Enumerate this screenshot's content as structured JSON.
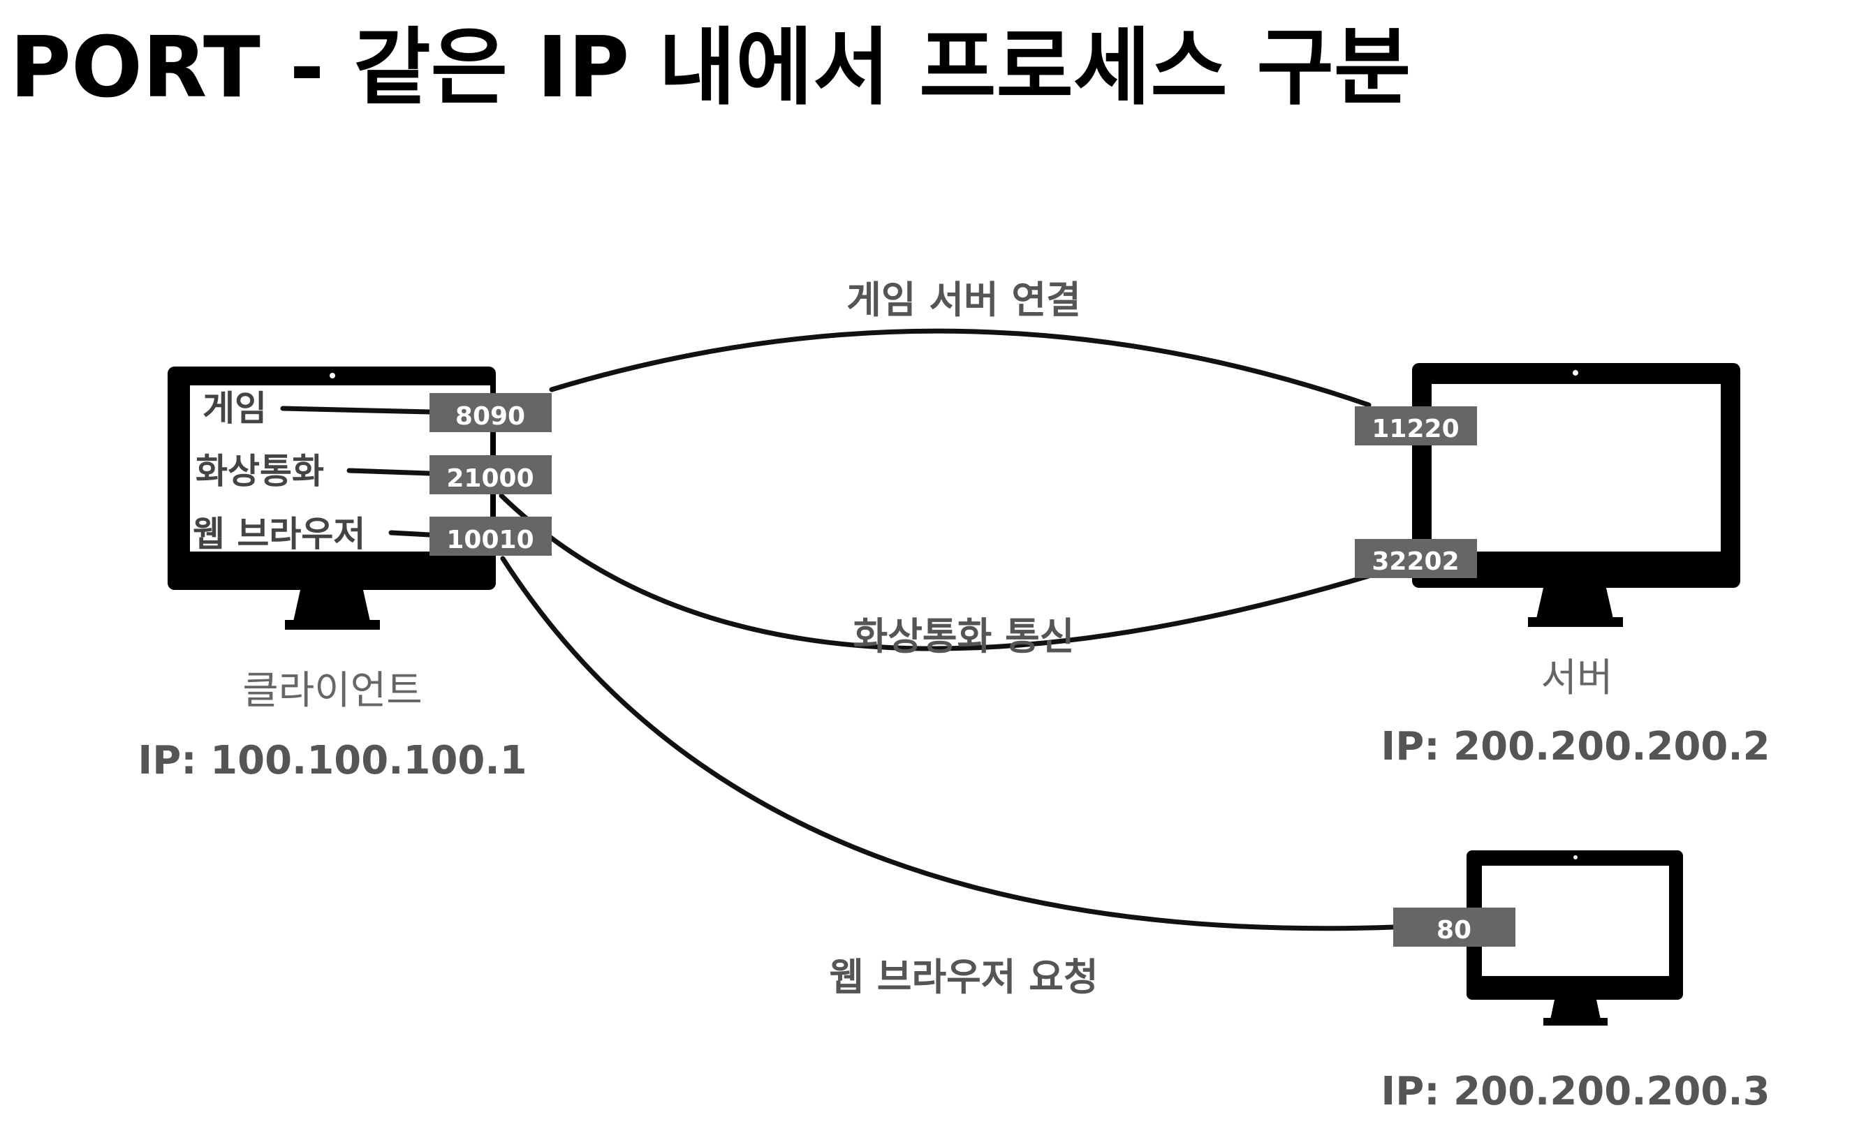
{
  "title": "PORT - 같은 IP 내에서 프로세스 구분",
  "client": {
    "label": "클라이언트",
    "ip": "IP: 100.100.100.1",
    "apps": [
      {
        "name": "게임",
        "port": "8090"
      },
      {
        "name": "화상통화",
        "port": "21000"
      },
      {
        "name": "웹 브라우저",
        "port": "10010"
      }
    ]
  },
  "server": {
    "label": "서버",
    "ip": "IP: 200.200.200.2",
    "ports": [
      "11220",
      "32202"
    ]
  },
  "web_server": {
    "ip": "IP: 200.200.200.3",
    "port": "80"
  },
  "connections": {
    "game": "게임 서버 연결",
    "video": "화상통화 통신",
    "web": "웹 브라우저 요청"
  },
  "colors": {
    "monitor": "#000000",
    "port_box": "#666666",
    "wire": "#111111",
    "label_text": "#555555"
  }
}
